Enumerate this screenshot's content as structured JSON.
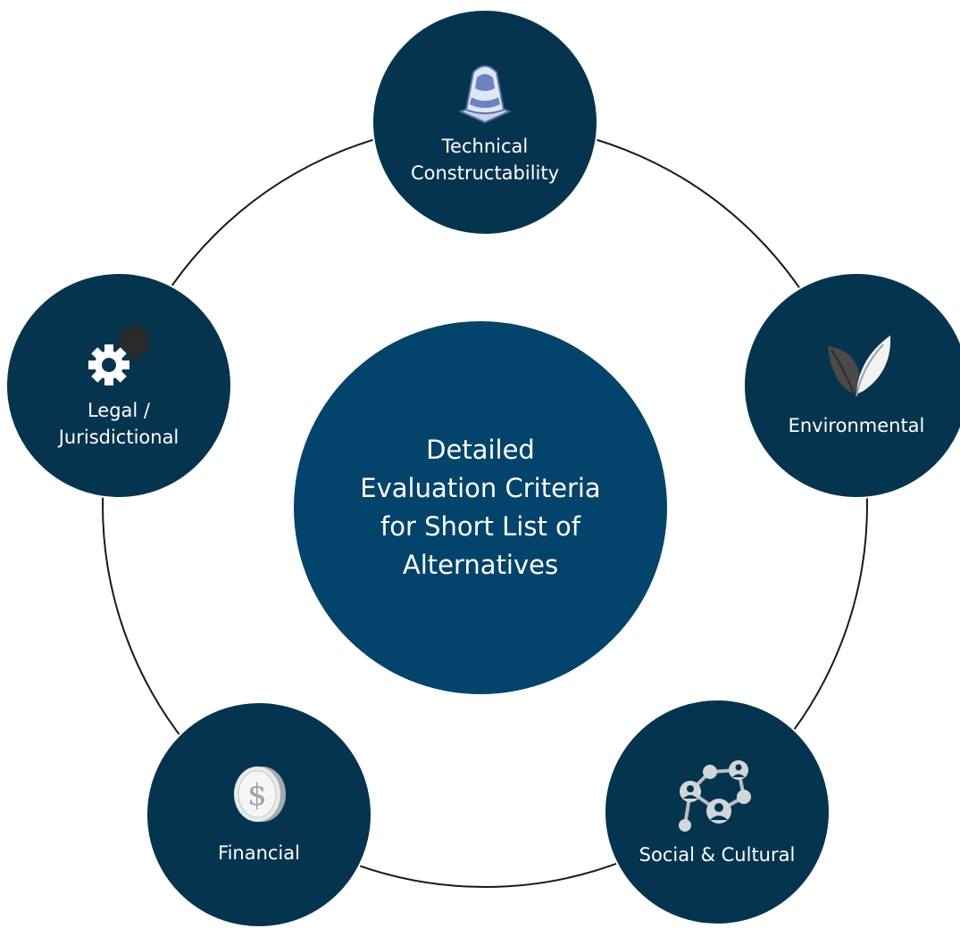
{
  "colors": {
    "node_fill": "#05344f",
    "node_stroke": "#ffffff",
    "center_fill": "#04436b",
    "ring": "#1a1a1a",
    "text": "#ffffff"
  },
  "center": {
    "lines": [
      "Detailed",
      "Evaluation Criteria",
      "for Short List of",
      "Alternatives"
    ]
  },
  "nodes": [
    {
      "id": "technical",
      "lines": [
        "Technical",
        "Constructability"
      ],
      "icon": "traffic-cone-icon"
    },
    {
      "id": "environmental",
      "lines": [
        "Environmental"
      ],
      "icon": "leaves-icon"
    },
    {
      "id": "social",
      "lines": [
        "Social & Cultural"
      ],
      "icon": "people-network-icon"
    },
    {
      "id": "financial",
      "lines": [
        "Financial"
      ],
      "icon": "dollar-coin-icon"
    },
    {
      "id": "legal",
      "lines": [
        "Legal /",
        "Jurisdictional"
      ],
      "icon": "gears-icon"
    }
  ]
}
